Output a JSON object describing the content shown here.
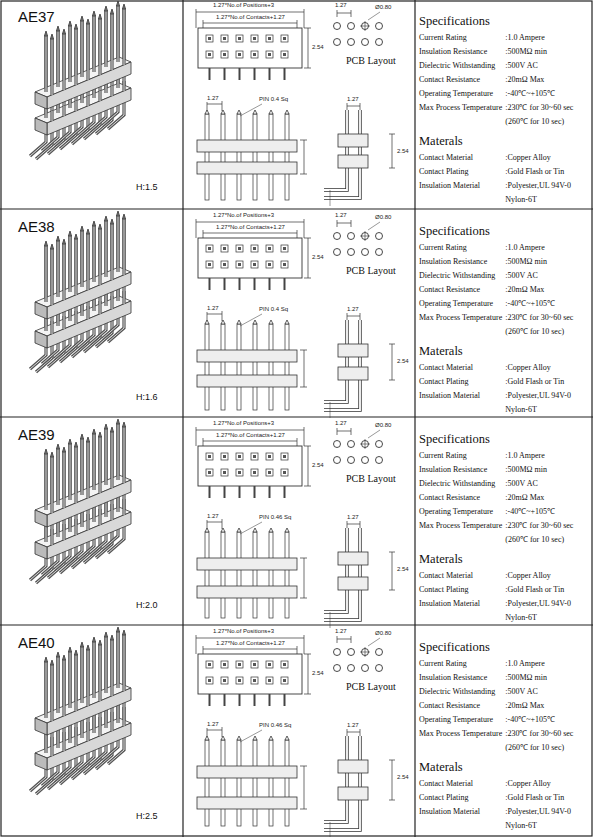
{
  "diagram": {
    "nodes": [
      {
        "text": [
          "AE37",
          "H:1.5"
        ]
      },
      {
        "text": [
          "Specifications",
          "Current Rating",
          ":1.0 Ampere",
          "Insulation Resistance",
          ":500MΩ min",
          "Dielectric Withstanding",
          ":500V AC",
          "Contact Resistance",
          ":20mΩ Max",
          "Operating Temperature",
          ":-40℃~+105℃",
          "Max Process Temperature",
          ":230℃ for 30~60 sec",
          "(260℃ for 10 sec)",
          "Materals",
          "Contact Material",
          ":Copper Alloy",
          "Contact Plating",
          ":Gold Flash or Tin",
          "Insulation Material",
          ":Polyester,UL 94V-0",
          "Nylon-6T"
        ]
      },
      {
        "text": [
          "AE38",
          "H:1.6"
        ]
      },
      {
        "text": [
          "Specifications",
          "Current Rating",
          ":1.0 Ampere",
          "Insulation Resistance",
          ":500MΩ min",
          "Dielectric Withstanding",
          ":500V AC",
          "Contact Resistance",
          ":20mΩ Max",
          "Operating Temperature",
          ":-40℃~+105℃",
          "Max Process Temperature",
          ":230℃ for 30~60 sec",
          "(260℃ for 10 sec)",
          "Materals",
          "Contact Material",
          ":Copper Alloy",
          "Contact Plating",
          ":Gold Flash or Tin",
          "Insulation Material",
          ":Polyester,UL 94V-0",
          "Nylon-6T"
        ]
      },
      {
        "text": [
          "AE39",
          "H:2.0"
        ]
      },
      {
        "text": [
          "Specifications",
          "Current Rating",
          ":1.0 Ampere",
          "Insulation Resistance",
          ":500MΩ min",
          "Dielectric Withstanding",
          ":500V AC",
          "Contact Resistance",
          ":20mΩ Max",
          "Operating Temperature",
          ":-40℃~+105℃",
          "Max Process Temperature",
          ":230℃ for 30~60 sec",
          "(260℃ for 10 sec)",
          "Materals",
          "Contact Material",
          ":Copper Alloy",
          "Contact Plating",
          ":Gold Flash or Tin",
          "Insulation Material",
          ":Polyester,UL 94V-0",
          "Nylon-6T"
        ]
      },
      {
        "text": [
          "AE40",
          "H:2.5"
        ]
      },
      {
        "text": [
          "Specifications",
          "Current Rating",
          ":1.0 Ampere",
          "Insulation Resistance",
          ":500MΩ min",
          "Dielectric Withstanding",
          ":500V AC",
          "Contact Resistance",
          ":20mΩ Max",
          "Operating Temperature",
          ":-40℃~+105℃",
          "Max Process Temperature",
          ":230℃ for 30~60 sec",
          "(260℃ for 10 sec)",
          "Materals",
          "Contact Material",
          ":Copper Alloy",
          "Contact Plating",
          ":Gold Flash or Tin",
          "Insulation Material",
          ":Polyester,UL 94V-0",
          "Nylon-6T"
        ]
      }
    ],
    "labels": [
      "1.27*No.of Positions+3",
      "1.27*No.of Contacts+1.27",
      "2.54",
      "1.27",
      "PIN 0.4 Sq",
      "1.27",
      "Ø0.80",
      "PCB Layout",
      "1.27",
      "2.54",
      "1.27*No.of Positions+3",
      "1.27*No.of Contacts+1.27",
      "2.54",
      "1.27",
      "PIN 0.4 Sq",
      "1.27",
      "Ø0.80",
      "PCB Layout",
      "1.27",
      "2.54",
      "1.27*No.of Positions+3",
      "1.27*No.of Contacts+1.27",
      "2.54",
      "1.27",
      "PIN 0.46 Sq",
      "1.27",
      "Ø0.80",
      "PCB Layout",
      "1.27",
      "2.54",
      "1.27*No.of Positions+3",
      "1.27*No.of Contacts+1.27",
      "2.54",
      "1.27",
      "PIN 0.46 Sq",
      "1.27",
      "Ø0.80",
      "PCB Layout",
      "1.27",
      "2.54"
    ]
  }
}
